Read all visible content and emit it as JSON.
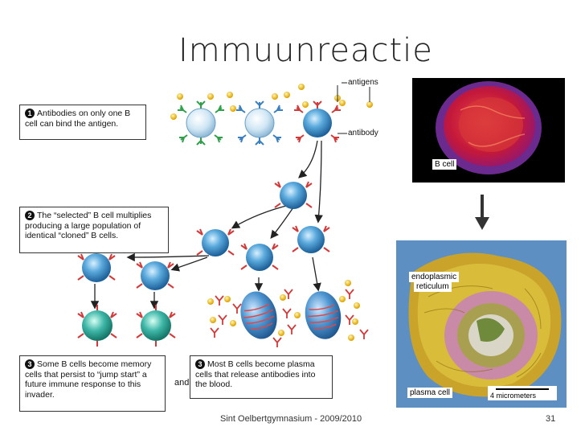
{
  "slide": {
    "title": "Immuunreactie",
    "footer": "Sint Oelbertgymnasium - 2009/2010",
    "page_number": "31"
  },
  "diagram": {
    "step1": {
      "num": "1",
      "text": "Antibodies on only one B cell can bind the antigen."
    },
    "step2": {
      "num": "2",
      "text": "The “selected” B cell multiplies producing a large population of identical “cloned” B cells."
    },
    "step3a": {
      "num": "3",
      "text": "Some B cells become memory cells that persist to “jump start” a future immune response to this invader."
    },
    "and": "and",
    "step3b": {
      "num": "3",
      "text": "Most B cells become plasma cells that release antibodies into the blood."
    },
    "label_antigens": "antigens",
    "label_antibody": "antibody"
  },
  "photos": {
    "bcell_label": "B cell",
    "plasma_label1": "endoplasmic",
    "plasma_label2": "reticulum",
    "plasma_cell_label": "plasma cell",
    "scale_label": "4 micrometers"
  }
}
